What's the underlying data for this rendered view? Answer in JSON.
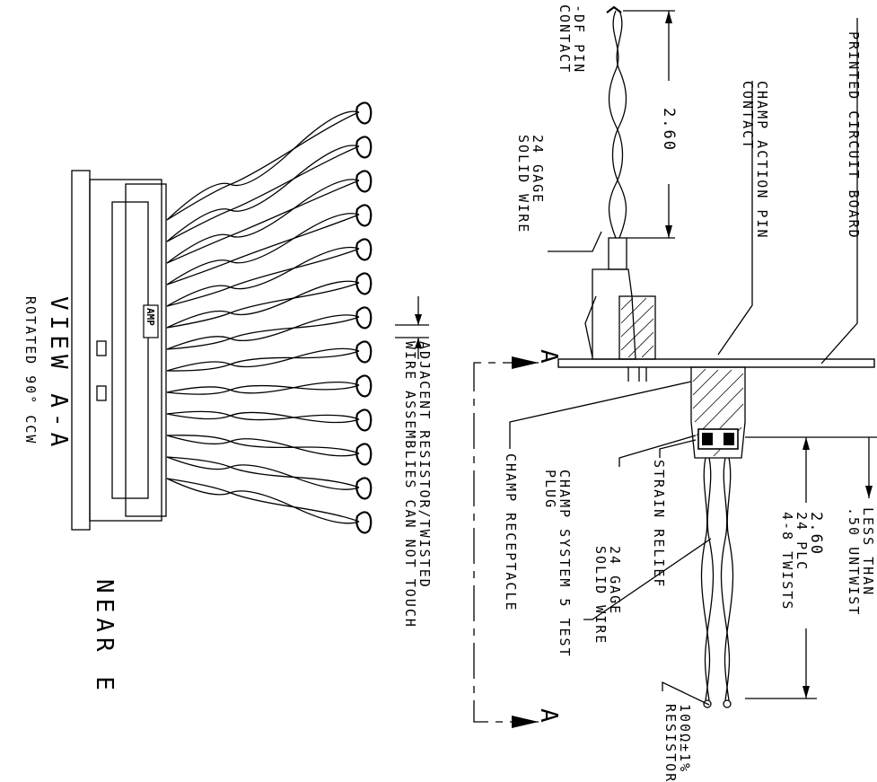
{
  "drawing": {
    "labels": {
      "printed_circuit_board": "PRINTED CIRCUIT BOARD",
      "df_pin_line1": "-DF PIN",
      "df_pin_line2": "CONTACT",
      "champ_action_line1": "CHAMP ACTION PIN",
      "champ_action_line2": "CONTACT",
      "dim_top": "2.60",
      "gage_top_line1": "24 GAGE",
      "gage_top_line2": "SOLID WIRE",
      "less_than_line1": "LESS THAN",
      "less_than_line2": ".50 UNTWIST",
      "dim_right_line1": "2.60",
      "dim_right_line2": "24 PLC",
      "dim_right_line3": "4-8 TWISTS",
      "resistor_line1": "100Ω±1%",
      "resistor_line2": "RESISTOR",
      "gage_bottom_line1": "24 GAGE",
      "gage_bottom_line2": "SOLID WIRE",
      "strain_relief": "STRAIN RELIEF",
      "test_plug_line1": "CHAMP SYSTEM 5 TEST",
      "test_plug_line2": "PLUG",
      "champ_receptacle": "CHAMP RECEPTACLE",
      "section_top": "A",
      "section_bottom": "A",
      "adjacent_line1": "ADJACENT RESISTOR/TWISTED",
      "adjacent_line2": "WIRE ASSEMBLIES CAN NOT TOUCH",
      "amp_logo": "AMP",
      "view_title": "VIEW A-A",
      "view_subtitle": "ROTATED 90° CCW",
      "near_end": "NEAR E"
    }
  }
}
